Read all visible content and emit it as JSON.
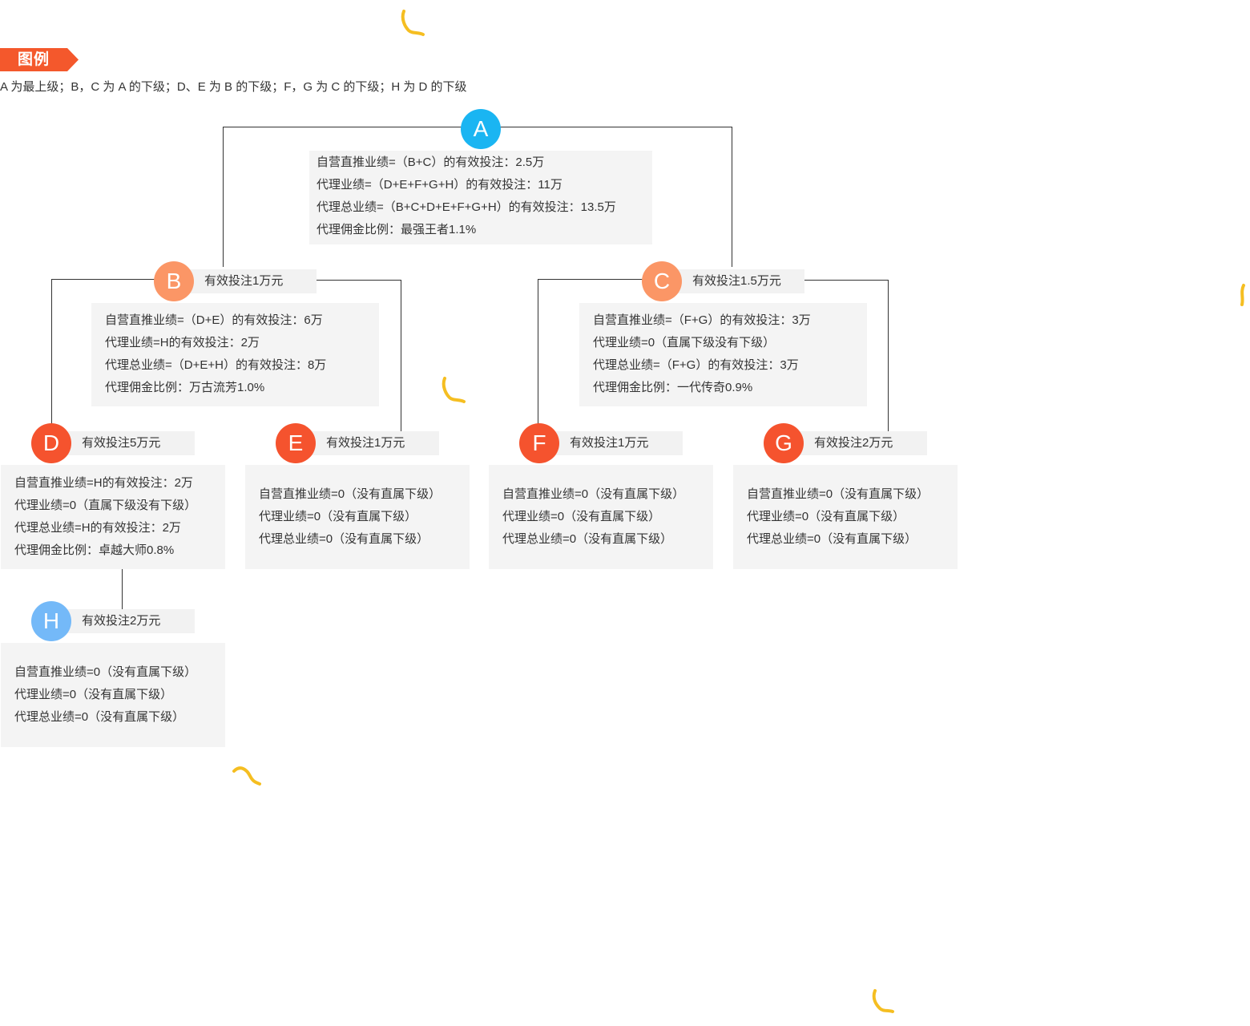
{
  "legend": {
    "title": "图例",
    "description": "A 为最上级；B，C 为 A 的下级；D、E 为 B 的下级；F，G 为 C 的下级；H 为 D 的下级"
  },
  "colors": {
    "A": "#1ab5f2",
    "B": "#fb9666",
    "C": "#fb9666",
    "D": "#f5532e",
    "E": "#f5532e",
    "F": "#f5532e",
    "G": "#f5532e",
    "H": "#74b9f8",
    "line": "#333333",
    "box_bg": "#f4f4f4",
    "deco": "#f5be21"
  },
  "nodes": {
    "A": {
      "letter": "A",
      "info": [
        "自营直推业绩=（B+C）的有效投注：2.5万",
        "代理业绩=（D+E+F+G+H）的有效投注：11万",
        "代理总业绩=（B+C+D+E+F+G+H）的有效投注：13.5万",
        "代理佣金比例：最强王者1.1%"
      ]
    },
    "B": {
      "letter": "B",
      "label": "有效投注1万元",
      "info": [
        "自营直推业绩=（D+E）的有效投注：6万",
        "代理业绩=H的有效投注：2万",
        "代理总业绩=（D+E+H）的有效投注：8万",
        "代理佣金比例：万古流芳1.0%"
      ]
    },
    "C": {
      "letter": "C",
      "label": "有效投注1.5万元",
      "info": [
        "自营直推业绩=（F+G）的有效投注：3万",
        "代理业绩=0（直属下级没有下级）",
        "代理总业绩=（F+G）的有效投注：3万",
        "代理佣金比例：一代传奇0.9%"
      ]
    },
    "D": {
      "letter": "D",
      "label": "有效投注5万元",
      "info": [
        "自营直推业绩=H的有效投注：2万",
        "代理业绩=0（直属下级没有下级）",
        "代理总业绩=H的有效投注：2万",
        "代理佣金比例：卓越大师0.8%"
      ]
    },
    "E": {
      "letter": "E",
      "label": "有效投注1万元",
      "info": [
        "自营直推业绩=0（没有直属下级）",
        "代理业绩=0（没有直属下级）",
        "代理总业绩=0（没有直属下级）"
      ]
    },
    "F": {
      "letter": "F",
      "label": "有效投注1万元",
      "info": [
        "自营直推业绩=0（没有直属下级）",
        "代理业绩=0（没有直属下级）",
        "代理总业绩=0（没有直属下级）"
      ]
    },
    "G": {
      "letter": "G",
      "label": "有效投注2万元",
      "info": [
        "自营直推业绩=0（没有直属下级）",
        "代理业绩=0（没有直属下级）",
        "代理总业绩=0（没有直属下级）"
      ]
    },
    "H": {
      "letter": "H",
      "label": "有效投注2万元",
      "info": [
        "自营直推业绩=0（没有直属下级）",
        "代理业绩=0（没有直属下级）",
        "代理总业绩=0（没有直属下级）"
      ]
    }
  }
}
